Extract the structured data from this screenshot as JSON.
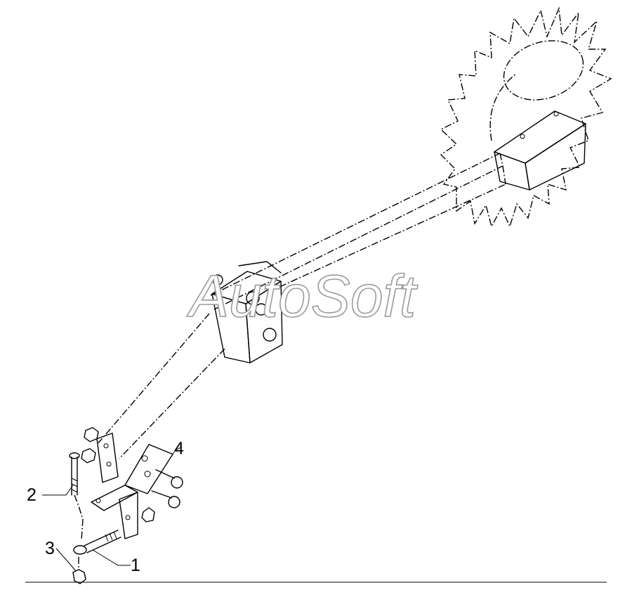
{
  "watermark": "AutoSoft",
  "callouts": [
    {
      "label": "1",
      "part": "long bolt"
    },
    {
      "label": "2",
      "part": "vertical bolt"
    },
    {
      "label": "3",
      "part": "nut"
    },
    {
      "label": "4",
      "part": "bracket"
    }
  ],
  "colors": {
    "line": "#000000",
    "watermark_outline": "#9a9a9a",
    "background": "#ffffff"
  }
}
